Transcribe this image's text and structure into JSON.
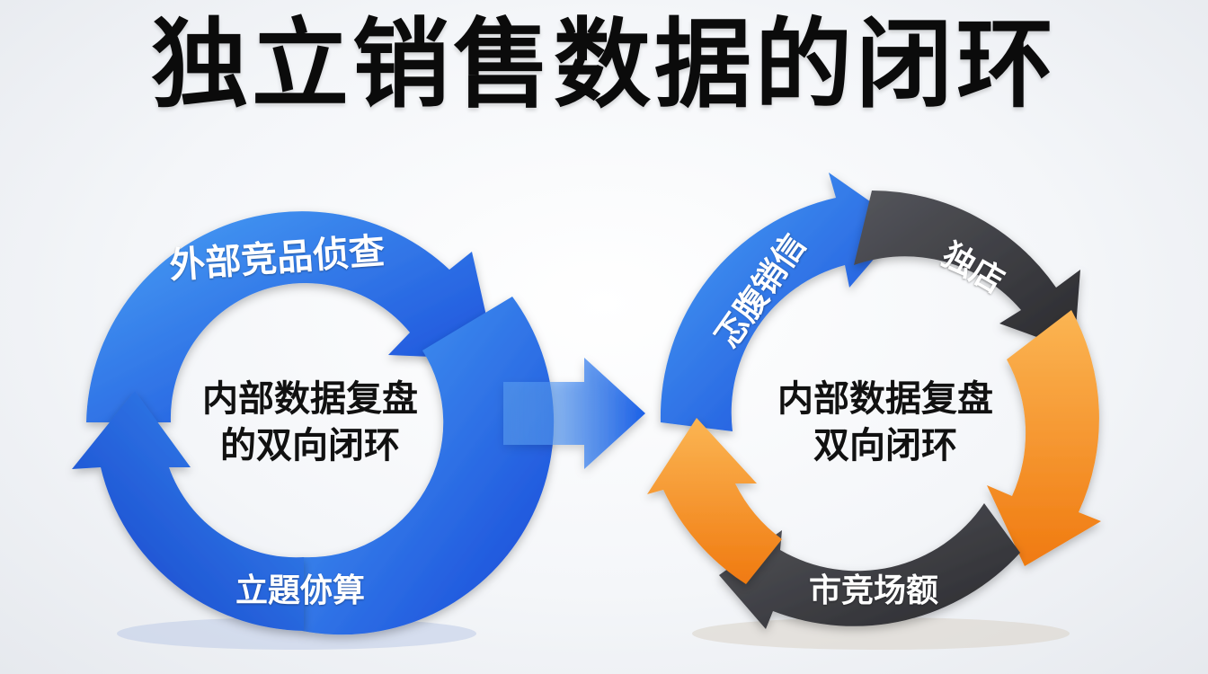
{
  "title": "独立销售数据的闭环",
  "left_cycle": {
    "top_label": "外部竞品侦查",
    "bottom_label": "立題㑊算",
    "center_line1": "内部数据复盘",
    "center_line2": "的双向闭环"
  },
  "right_cycle": {
    "blue_label": "忑腹销信",
    "top_dark_label": "独店",
    "bottom_dark_label": "市竞场额",
    "center_line1": "内部数据复盘",
    "center_line2": "双向闭环"
  },
  "colors": {
    "blue": "#1f63e6",
    "light_blue": "#3d9af2",
    "dark_gray": "#3a3a3e",
    "orange": "#f5931f",
    "light_orange": "#f9b04a"
  }
}
